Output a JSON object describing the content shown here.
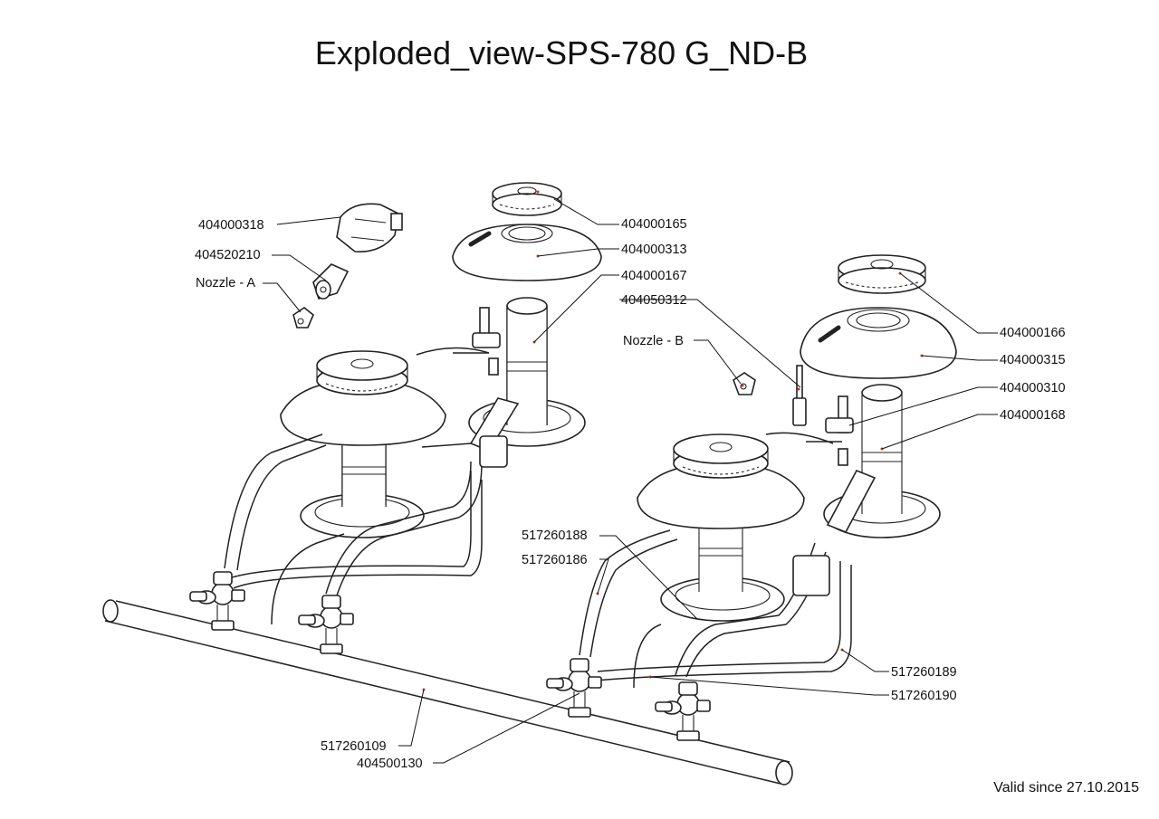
{
  "title": "Exploded_view-SPS-780 G_ND-B",
  "footer": "Valid since 27.10.2015",
  "labels": {
    "l404000318": "404000318",
    "l404520210": "404520210",
    "nozzleA": "Nozzle - A",
    "l404000165": "404000165",
    "l404000313": "404000313",
    "l404000167": "404000167",
    "l404050312": "404050312",
    "nozzleB": "Nozzle - B",
    "l404000166": "404000166",
    "l404000315": "404000315",
    "l404000310": "404000310",
    "l404000168": "404000168",
    "l517260188": "517260188",
    "l517260186": "517260186",
    "l517260189": "517260189",
    "l517260190": "517260190",
    "l517260109": "517260109",
    "l404500130": "404500130"
  }
}
